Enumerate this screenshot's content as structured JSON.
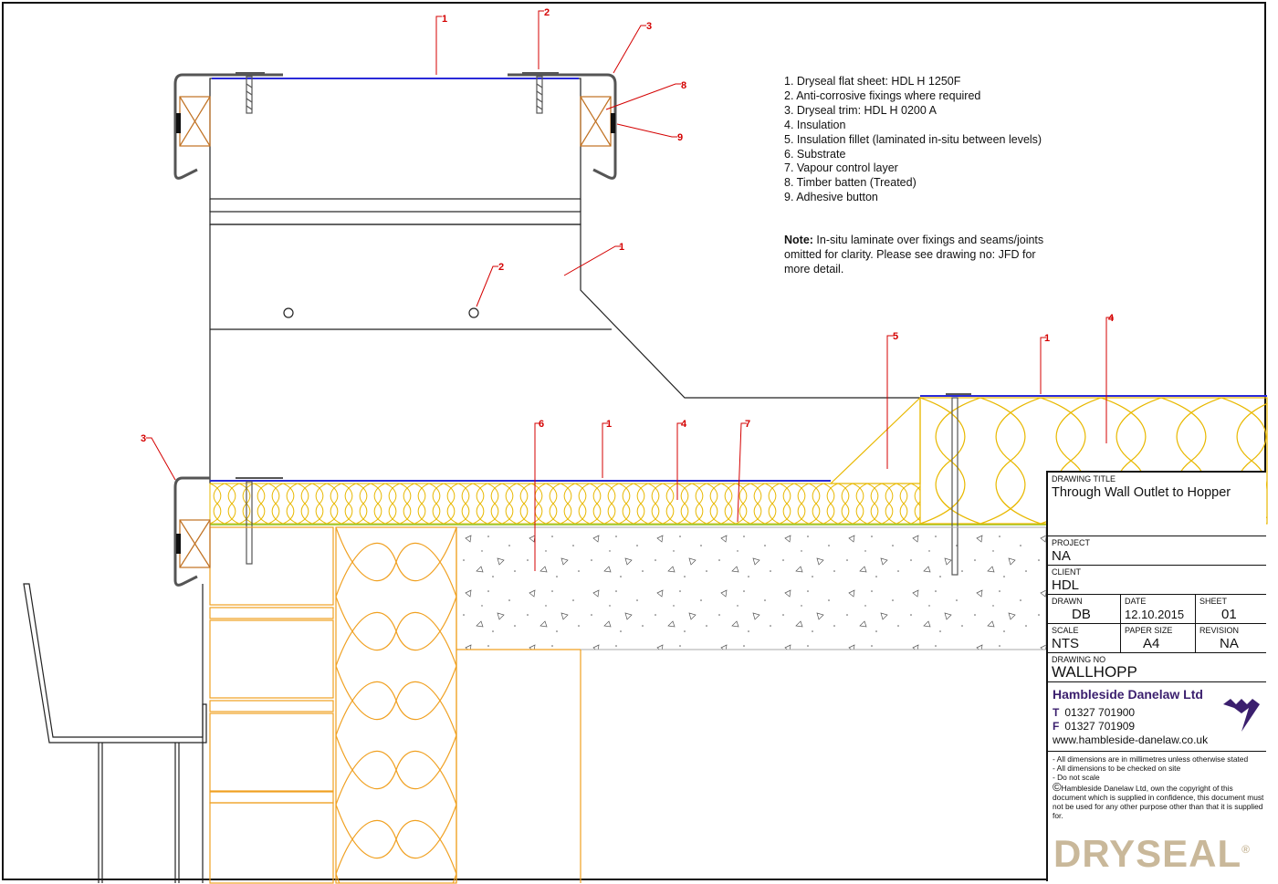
{
  "legend": [
    "1. Dryseal flat sheet: HDL H 1250F",
    "2. Anti-corrosive fixings where required",
    "3. Dryseal trim: HDL H 0200 A",
    "4. Insulation",
    "5. Insulation fillet (laminated in-situ between levels)",
    "6. Substrate",
    "7. Vapour control layer",
    "8. Timber batten (Treated)",
    "9. Adhesive button"
  ],
  "note": {
    "label": "Note:",
    "text": " In-situ laminate over fixings and seams/joints omitted for clarity. Please see drawing no: JFD for more detail."
  },
  "callouts": [
    "1",
    "2",
    "3",
    "8",
    "9",
    "1",
    "2",
    "5",
    "1",
    "4",
    "3",
    "6",
    "1",
    "4",
    "7"
  ],
  "title_block": {
    "drawing_title_label": "DRAWING TITLE",
    "drawing_title": "Through Wall Outlet to Hopper",
    "project_label": "PROJECT",
    "project": "NA",
    "client_label": "CLIENT",
    "client": "HDL",
    "drawn_label": "DRAWN",
    "drawn": "DB",
    "date_label": "DATE",
    "date": "12.10.2015",
    "sheet_label": "SHEET",
    "sheet": "01",
    "scale_label": "SCALE",
    "scale": "NTS",
    "paper_label": "PAPER SIZE",
    "paper": "A4",
    "revision_label": "REVISION",
    "revision": "NA",
    "drawing_no_label": "DRAWING NO",
    "drawing_no": "WALLHOPP",
    "company": "Hambleside Danelaw Ltd",
    "tel_label": "T",
    "tel": "01327 701900",
    "fax_label": "F",
    "fax": "01327 701909",
    "website": "www.hambleside-danelaw.co.uk",
    "disclaimer_1": "- All dimensions are in millimetres unless otherwise stated",
    "disclaimer_2": "- All dimensions to be checked on site",
    "disclaimer_3": "- Do not scale",
    "copyright": "Hambleside Danelaw Ltd, own the copyright of this document which is supplied in confidence, this document must not be used for any other purpose other than that it is supplied for.",
    "copyright_symbol": "©",
    "brand": "DRYSEAL",
    "brand_mark": "®"
  },
  "colors": {
    "callout": "#d40000",
    "insulation": "#e8b800",
    "membrane": "#2a2ad8",
    "masonry": "#f0a020",
    "line": "#222222",
    "brand": "#c9b89a",
    "company": "#3b1f6e"
  }
}
